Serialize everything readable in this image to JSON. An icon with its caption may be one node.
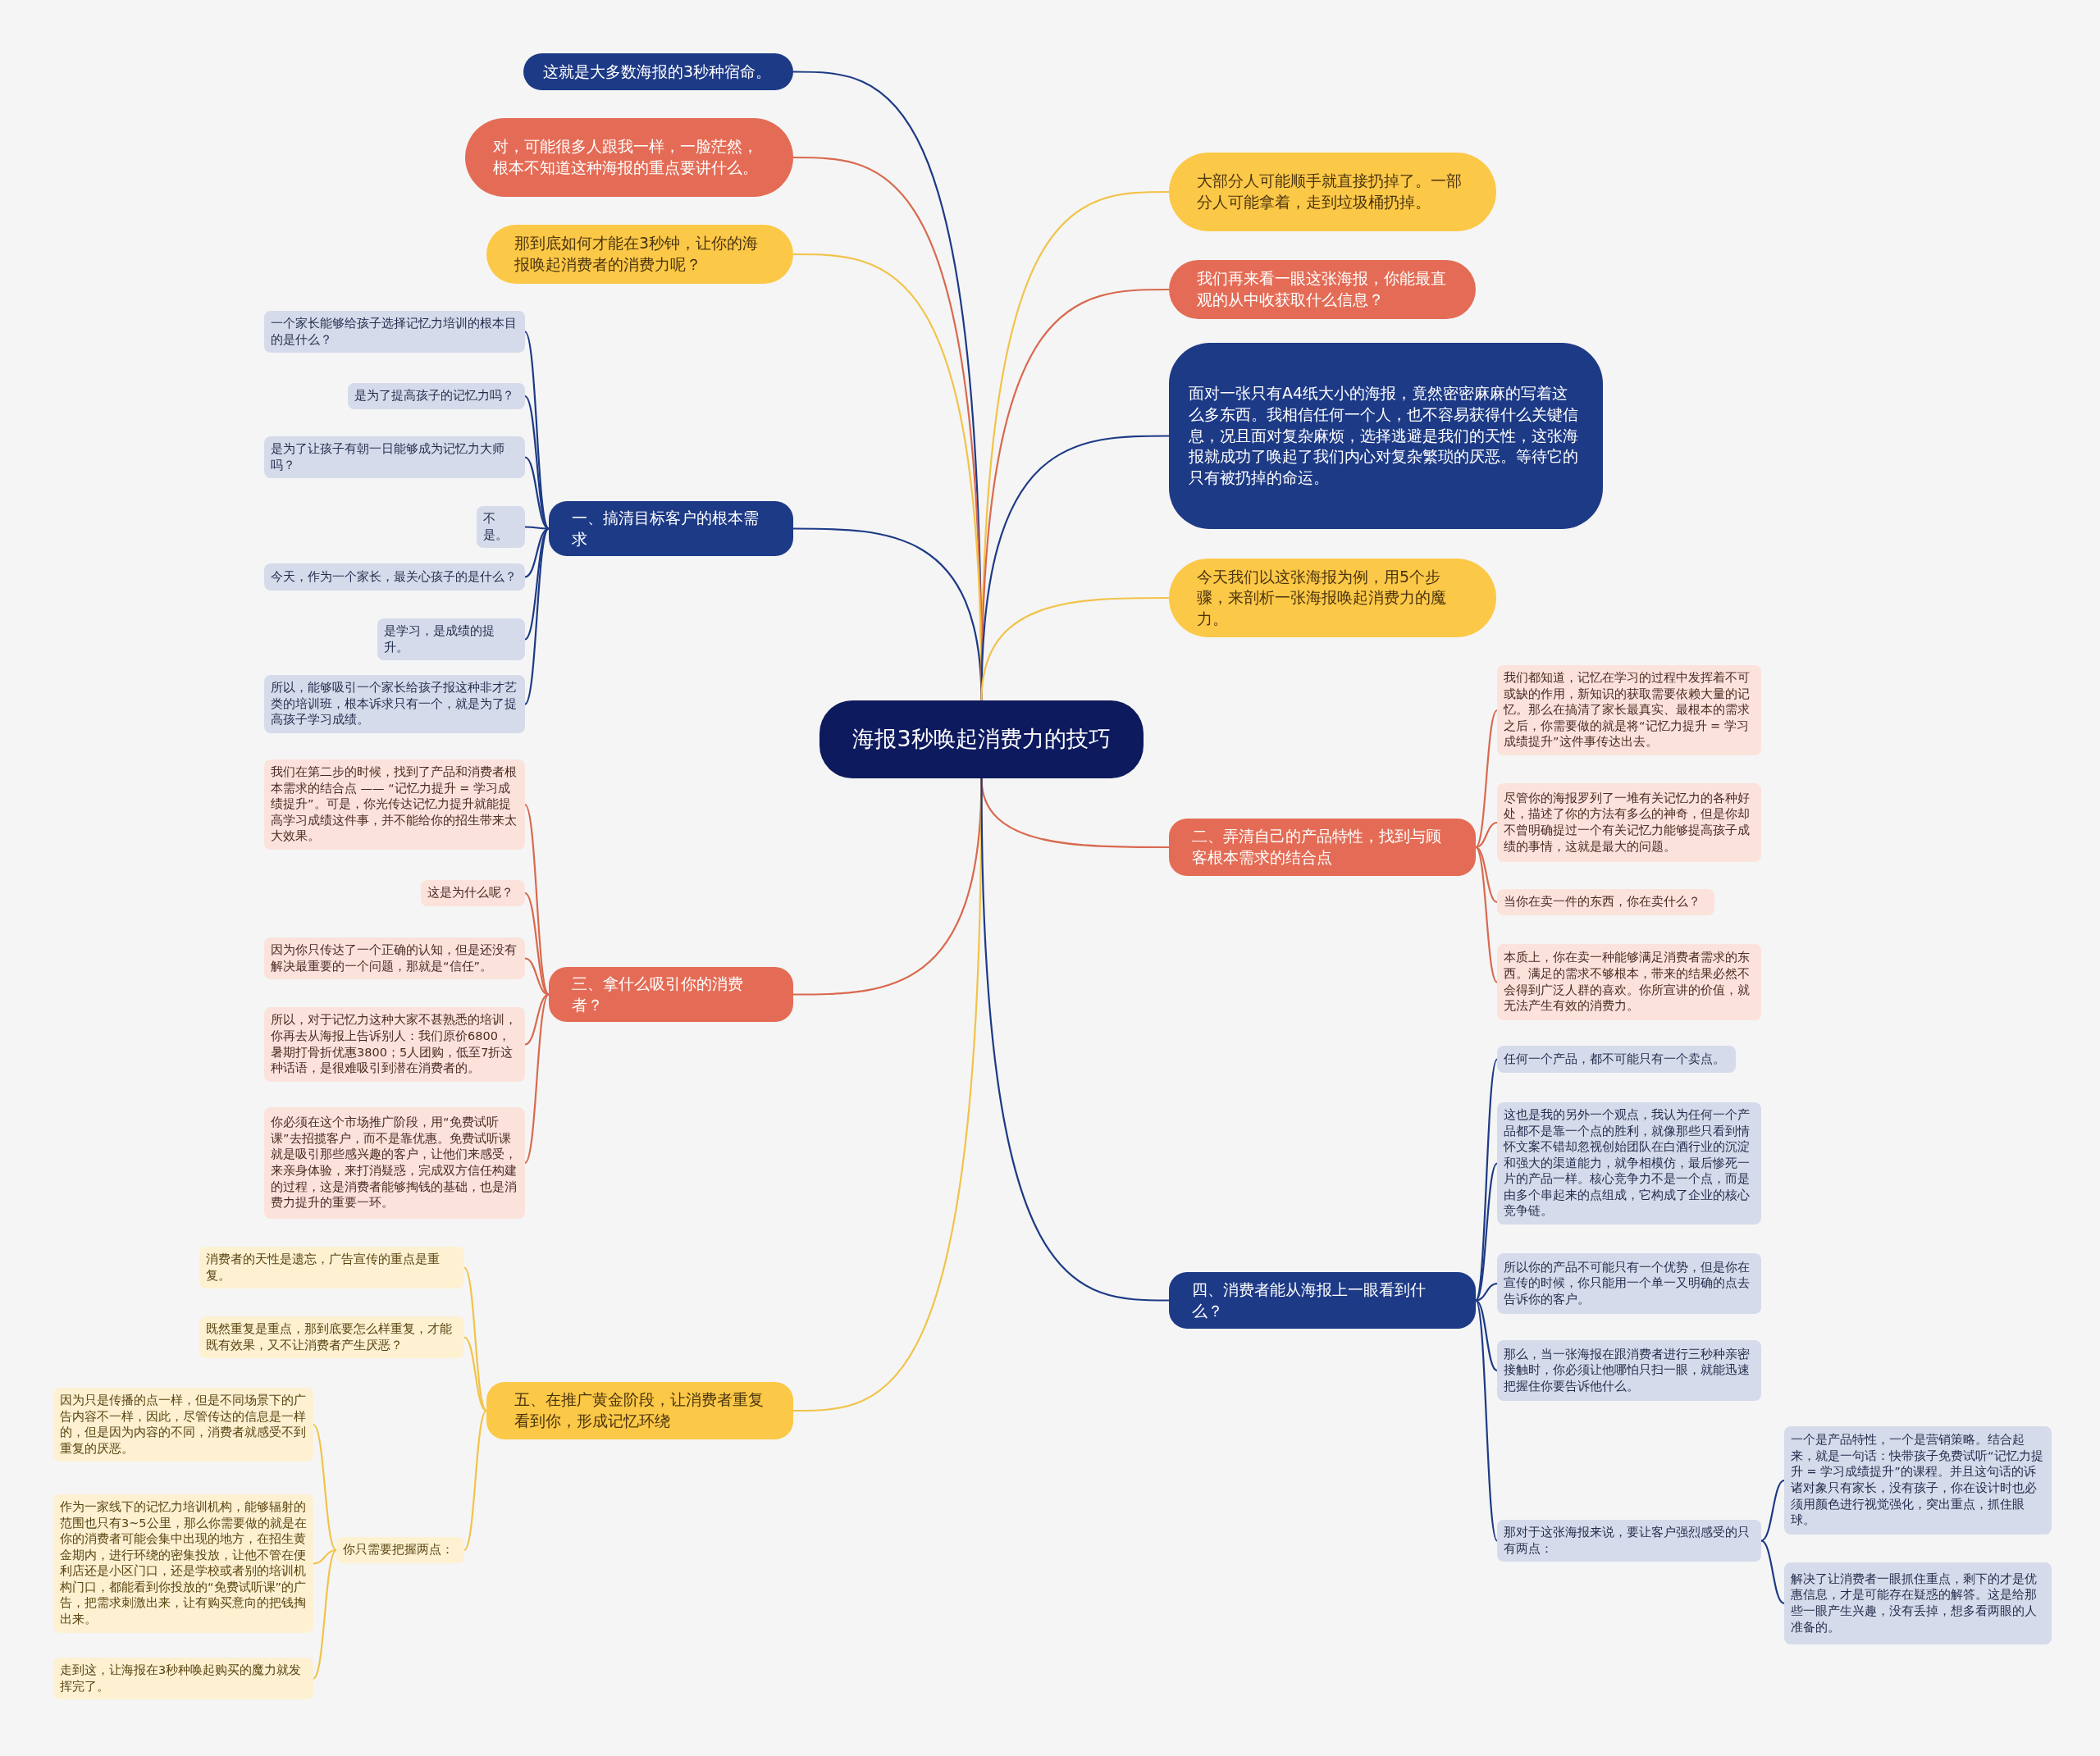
{
  "diagram": {
    "nodes": [
      {
        "text": [
          "海报3秒唤起消费力的技巧"
        ]
      },
      {
        "text": [
          "这就是大多数海报的3秒种宿命。"
        ]
      },
      {
        "text": [
          "对，可能很多人跟我一样，一脸茫然，根本不知道这种海报的重点要讲什么。"
        ]
      },
      {
        "text": [
          "那到底如何才能在3秒钟，让你的海报唤起消费者的消费力呢？"
        ]
      },
      {
        "text": [
          "一、搞清目标客户的根本需求"
        ]
      },
      {
        "text": [
          "一个家长能够给孩子选择记忆力培训的根本目的是什么？"
        ]
      },
      {
        "text": [
          "是为了提高孩子的记忆力吗？"
        ]
      },
      {
        "text": [
          "是为了让孩子有朝一日能够成为记忆力大师吗？"
        ]
      },
      {
        "text": [
          "不是。"
        ]
      },
      {
        "text": [
          "今天，作为一个家长，最关心孩子的是什么？"
        ]
      },
      {
        "text": [
          "是学习，是成绩的提升。"
        ]
      },
      {
        "text": [
          "所以，能够吸引一个家长给孩子报这种非才艺类的培训班，根本诉求只有一个，就是为了提高孩子学习成绩。"
        ]
      },
      {
        "text": [
          "三、拿什么吸引你的消费者？"
        ]
      },
      {
        "text": [
          "我们在第二步的时候，找到了产品和消费者根本需求的结合点 —— “记忆力提升 = 学习成绩提升”。可是，你光传达记忆力提升就能提高学习成绩这件事，并不能给你的招生带来太大效果。"
        ]
      },
      {
        "text": [
          "这是为什么呢？"
        ]
      },
      {
        "text": [
          "因为你只传达了一个正确的认知，但是还没有解决最重要的一个问题，那就是“信任”。"
        ]
      },
      {
        "text": [
          "所以，对于记忆力这种大家不甚熟悉的培训，你再去从海报上告诉别人：我们原价6800，暑期打骨折优惠3800；5人团购，低至7折这种话语，是很难吸引到潜在消费者的。"
        ]
      },
      {
        "text": [
          "你必须在这个市场推广阶段，用“免费试听课”去招揽客户，而不是靠优惠。免费试听课就是吸引那些感兴趣的客户，让他们来感受，来亲身体验，来打消疑惑，完成双方信任构建的过程，这是消费者能够掏钱的基础，也是消费力提升的重要一环。"
        ]
      },
      {
        "text": [
          "五、在推广黄金阶段，让消费者重复看到你，形成记忆环绕"
        ]
      },
      {
        "text": [
          "消费者的天性是遗忘，广告宣传的重点是重复。"
        ]
      },
      {
        "text": [
          "既然重复是重点，那到底要怎么样重复，才能既有效果，又不让消费者产生厌恶？"
        ]
      },
      {
        "text": [
          "你只需要把握两点："
        ]
      },
      {
        "text": [
          "因为只是传播的点一样，但是不同场景下的广告内容不一样，因此，尽管传达的信息是一样的，但是因为内容的不同，消费者就感受不到重复的厌恶。"
        ]
      },
      {
        "text": [
          "作为一家线下的记忆力培训机构，能够辐射的范围也只有3~5公里，那么你需要做的就是在你的消费者可能会集中出现的地方，在招生黄金期内，进行环绕的密集投放，让他不管在便利店还是小区门口，还是学校或者别的培训机构门口，都能看到你投放的“免费试听课”的广告，把需求刺激出来，让有购买意向的把钱掏出来。"
        ]
      },
      {
        "text": [
          "走到这，让海报在3秒种唤起购买的魔力就发挥完了。"
        ]
      },
      {
        "text": [
          "大部分人可能顺手就直接扔掉了。一部分人可能拿着，走到垃圾桶扔掉。"
        ]
      },
      {
        "text": [
          "我们再来看一眼这张海报，你能最直观的从中收获取什么信息？"
        ]
      },
      {
        "text": [
          "面对一张只有A4纸大小的海报，竟然密密麻麻的写着这么多东西。我相信任何一个人，也不容易获得什么关键信息，况且面对复杂麻烦，选择逃避是我们的天性，这张海报就成功了唤起了我们内心对复杂繁琐的厌恶。等待它的只有被扔掉的命运。"
        ]
      },
      {
        "text": [
          "今天我们以这张海报为例，用5个步骤，来剖析一张海报唤起消费力的魔力。"
        ]
      },
      {
        "text": [
          "二、弄清自己的产品特性，找到与顾客根本需求的结合点"
        ]
      },
      {
        "text": [
          "我们都知道，记忆在学习的过程中发挥着不可或缺的作用，新知识的获取需要依赖大量的记忆。那么在搞清了家长最真实、最根本的需求之后，你需要做的就是将“记忆力提升 = 学习成绩提升”这件事传达出去。"
        ]
      },
      {
        "text": [
          "尽管你的海报罗列了一堆有关记忆力的各种好处，描述了你的方法有多么的神奇，但是你却不曾明确提过一个有关记忆力能够提高孩子成绩的事情，这就是最大的问题。"
        ]
      },
      {
        "text": [
          "当你在卖一件的东西，你在卖什么？"
        ]
      },
      {
        "text": [
          "本质上，你在卖一种能够满足消费者需求的东西。满足的需求不够根本，带来的结果必然不会得到广泛人群的喜欢。你所宣讲的价值，就无法产生有效的消费力。"
        ]
      },
      {
        "text": [
          "四、消费者能从海报上一眼看到什么？"
        ]
      },
      {
        "text": [
          "任何一个产品，都不可能只有一个卖点。"
        ]
      },
      {
        "text": [
          "这也是我的另外一个观点，我认为任何一个产品都不是靠一个点的胜利，就像那些只看到情怀文案不错却忽视创始团队在白酒行业的沉淀和强大的渠道能力，就争相模仿，最后惨死一片的产品一样。核心竞争力不是一个点，而是由多个串起来的点组成，它构成了企业的核心竞争链。"
        ]
      },
      {
        "text": [
          "所以你的产品不可能只有一个优势，但是你在宣传的时候，你只能用一个单一又明确的点去告诉你的客户。"
        ]
      },
      {
        "text": [
          "那么，当一张海报在跟消费者进行三秒种亲密接触时，你必须让他哪怕只扫一眼，就能迅速把握住你要告诉他什么。"
        ]
      },
      {
        "text": [
          "那对于这张海报来说，要让客户强烈感受的只有两点："
        ]
      },
      {
        "text": [
          "一个是产品特性，一个是营销策略。结合起来，就是一句话：快带孩子免费试听“记忆力提升 = 学习成绩提升”的课程。并且这句话的诉诸对象只有家长，没有孩子，你在设计时也必须用颜色进行视觉强化，突出重点，抓住眼球。"
        ]
      },
      {
        "text": [
          "解决了让消费者一眼抓住重点，剩下的才是优惠信息，才是可能存在疑惑的解答。这是给那些一眼产生兴趣，没有丢掉，想多看两眼的人准备的。"
        ]
      }
    ],
    "edges": [
      {
        "from": 0,
        "to": 1,
        "arrow": "none"
      },
      {
        "from": 0,
        "to": 2,
        "arrow": "none",
        "color": "#d9694f"
      },
      {
        "from": 0,
        "to": 3,
        "arrow": "none",
        "color": "#f2c34a"
      },
      {
        "from": 0,
        "to": 4,
        "arrow": "none"
      },
      {
        "from": 4,
        "to": 5,
        "arrow": "none"
      },
      {
        "from": 4,
        "to": 6,
        "arrow": "none"
      },
      {
        "from": 4,
        "to": 7,
        "arrow": "none"
      },
      {
        "from": 4,
        "to": 8,
        "arrow": "none"
      },
      {
        "from": 4,
        "to": 9,
        "arrow": "none"
      },
      {
        "from": 4,
        "to": 10,
        "arrow": "none"
      },
      {
        "from": 4,
        "to": 11,
        "arrow": "none"
      },
      {
        "from": 0,
        "to": 12,
        "arrow": "none",
        "color": "#d9694f"
      },
      {
        "from": 12,
        "to": 13,
        "arrow": "none",
        "color": "#d9694f"
      },
      {
        "from": 12,
        "to": 14,
        "arrow": "none",
        "color": "#d9694f"
      },
      {
        "from": 12,
        "to": 15,
        "arrow": "none",
        "color": "#d9694f"
      },
      {
        "from": 12,
        "to": 16,
        "arrow": "none",
        "color": "#d9694f"
      },
      {
        "from": 12,
        "to": 17,
        "arrow": "none",
        "color": "#d9694f"
      },
      {
        "from": 0,
        "to": 18,
        "arrow": "none",
        "color": "#f2c34a"
      },
      {
        "from": 18,
        "to": 19,
        "arrow": "none",
        "color": "#f2c34a"
      },
      {
        "from": 18,
        "to": 20,
        "arrow": "none",
        "color": "#f2c34a"
      },
      {
        "from": 18,
        "to": 21,
        "arrow": "none",
        "color": "#f2c34a"
      },
      {
        "from": 21,
        "to": 22,
        "arrow": "none",
        "color": "#f2c34a"
      },
      {
        "from": 21,
        "to": 23,
        "arrow": "none",
        "color": "#f2c34a"
      },
      {
        "from": 21,
        "to": 24,
        "arrow": "none",
        "color": "#f2c34a"
      },
      {
        "from": 0,
        "to": 25,
        "arrow": "none",
        "color": "#f2c34a"
      },
      {
        "from": 0,
        "to": 26,
        "arrow": "none",
        "color": "#d9694f"
      },
      {
        "from": 0,
        "to": 27,
        "arrow": "none"
      },
      {
        "from": 0,
        "to": 28,
        "arrow": "none",
        "color": "#f2c34a"
      },
      {
        "from": 0,
        "to": 29,
        "arrow": "none",
        "color": "#d9694f"
      },
      {
        "from": 29,
        "to": 30,
        "arrow": "none",
        "color": "#d9694f"
      },
      {
        "from": 29,
        "to": 31,
        "arrow": "none",
        "color": "#d9694f"
      },
      {
        "from": 29,
        "to": 32,
        "arrow": "none",
        "color": "#d9694f"
      },
      {
        "from": 29,
        "to": 33,
        "arrow": "none",
        "color": "#d9694f"
      },
      {
        "from": 0,
        "to": 34,
        "arrow": "none"
      },
      {
        "from": 34,
        "to": 35,
        "arrow": "none"
      },
      {
        "from": 34,
        "to": 36,
        "arrow": "none"
      },
      {
        "from": 34,
        "to": 37,
        "arrow": "none"
      },
      {
        "from": 34,
        "to": 38,
        "arrow": "none"
      },
      {
        "from": 34,
        "to": 39,
        "arrow": "none"
      },
      {
        "from": 39,
        "to": 40,
        "arrow": "none"
      },
      {
        "from": 39,
        "to": 41,
        "arrow": "none"
      }
    ]
  }
}
